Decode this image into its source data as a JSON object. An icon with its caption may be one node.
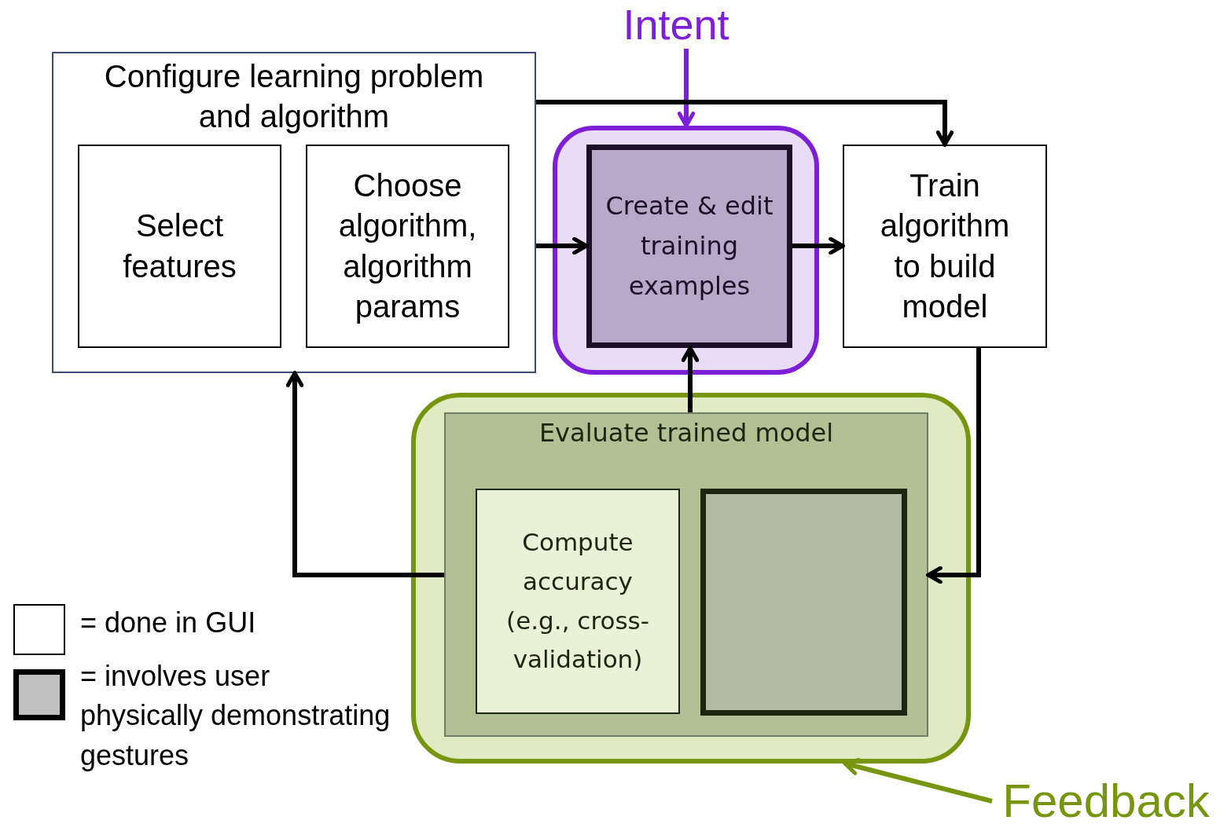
{
  "diagram": {
    "nodes": [
      {
        "text": [
          "Configure learning problem and algorithm"
        ]
      },
      {
        "text": [
          "Select features"
        ],
        "in": 0
      },
      {
        "text": [
          "Choose algorithm, algorithm params"
        ],
        "in": 0
      },
      {
        "text": [
          "Intent"
        ]
      },
      {
        "text": [],
        "shape": "box"
      },
      {
        "text": [
          "Create & edit training examples"
        ],
        "in": 4
      },
      {
        "text": [
          "Train algorithm to build model"
        ]
      },
      {
        "text": [],
        "shape": "box"
      },
      {
        "text": [
          "Evaluate trained model"
        ],
        "in": 7
      },
      {
        "text": [
          "Compute accuracy (e.g., cross-validation)"
        ],
        "in": 8
      },
      {
        "text": [],
        "shape": "box",
        "in": 8
      },
      {
        "text": [
          "Feedback"
        ]
      }
    ],
    "edges": [
      {
        "from": 3,
        "to": 4,
        "arrow": "to",
        "color": "#7d1fd6"
      },
      {
        "from": 0,
        "to": 6,
        "arrow": "to"
      },
      {
        "from": 0,
        "to": 5,
        "arrow": "to"
      },
      {
        "from": 5,
        "to": 6,
        "arrow": "to"
      },
      {
        "from": 8,
        "to": 5,
        "arrow": "to"
      },
      {
        "from": 6,
        "to": 8,
        "arrow": "to"
      },
      {
        "from": 8,
        "to": 0,
        "arrow": "to"
      },
      {
        "from": 11,
        "to": 7,
        "arrow": "to",
        "color": "#77960f"
      }
    ],
    "legend": [
      {
        "text": "= done in GUI",
        "color": "#ffffff"
      },
      {
        "text": "= involves user physically demonstrating gestures",
        "color": "#c0c0c0"
      }
    ]
  }
}
